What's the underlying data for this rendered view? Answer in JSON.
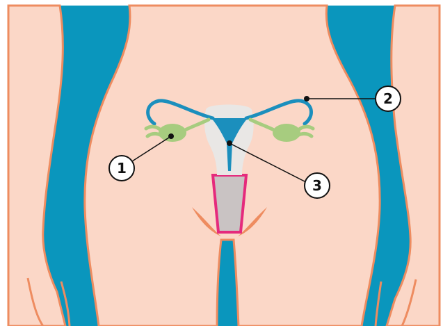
{
  "colors": {
    "background": "#0a96bd",
    "skin": "#fbd7c7",
    "outline": "#ee8c60",
    "organ_blue": "#1b8fbd",
    "ovary_green": "#a7cc7f",
    "uterus_light": "#e9e7e5",
    "vagina_gray": "#c9c3c3",
    "vagina_edge": "#e52a7c",
    "callout_fill": "#ffffff",
    "callout_stroke": "#111111"
  },
  "callouts": [
    {
      "id": "1",
      "label": "1",
      "target": "ovary"
    },
    {
      "id": "2",
      "label": "2",
      "target": "fallopian-tube"
    },
    {
      "id": "3",
      "label": "3",
      "target": "uterus"
    }
  ]
}
